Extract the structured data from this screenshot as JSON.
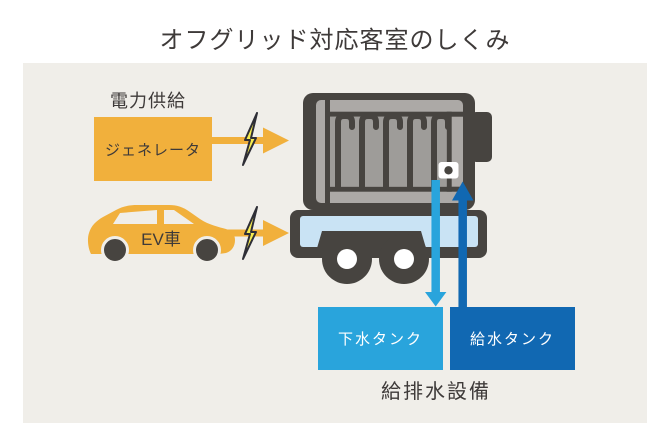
{
  "title": "オフグリッド対応客室のしくみ",
  "power": {
    "heading": "電力供給",
    "generator": "ジェネレータ",
    "ev": "EV車"
  },
  "water": {
    "sewage": "下水タンク",
    "supply": "給水タンク",
    "heading": "給排水設備"
  },
  "colors": {
    "panel_bg": "#F0EEE9",
    "amber": "#F1B03C",
    "lightning_yellow": "#F6EC4F",
    "lightning_outline": "#2E2E36",
    "dark_gray": "#474440",
    "text_dark": "#3E3A39",
    "container_light_gray": "#ACA9A6",
    "container_field_gray": "#9E9C99",
    "trailer_bed_blue": "#C9E3F4",
    "drain_blue": "#29A4DC",
    "supply_blue": "#1168B2",
    "tank_text": "#FFFFFF"
  }
}
